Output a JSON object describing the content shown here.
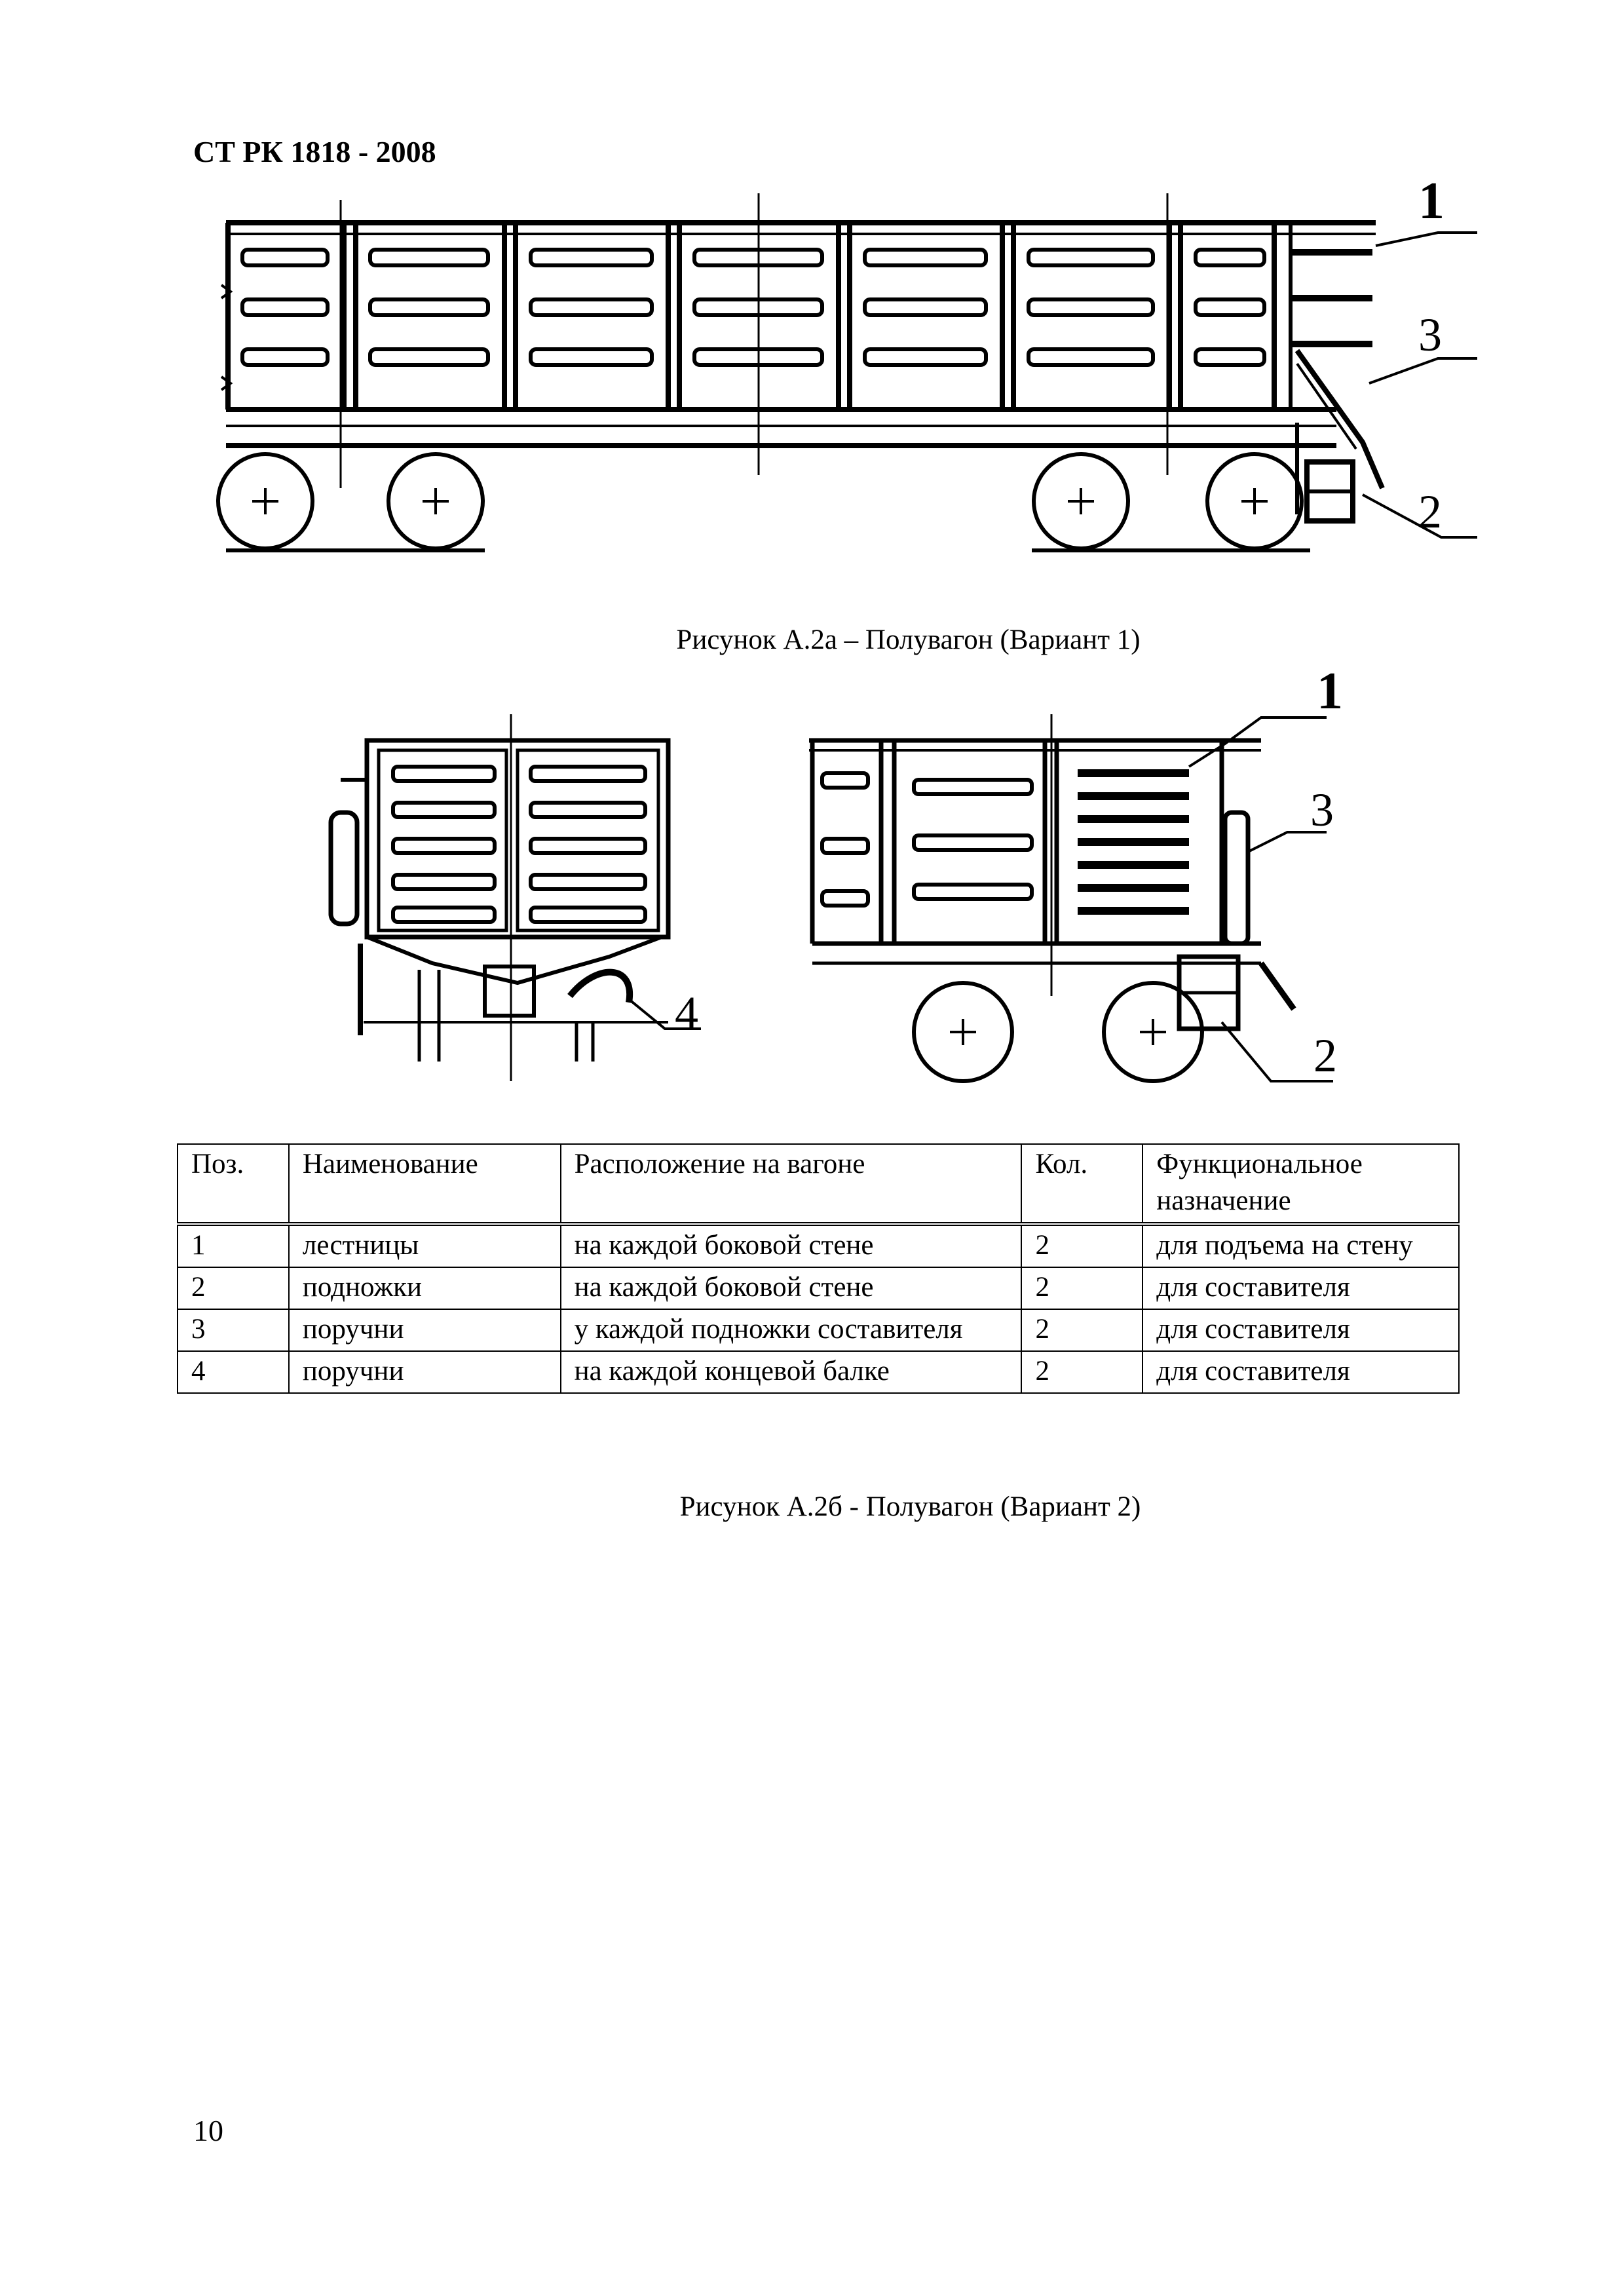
{
  "header": {
    "doc_id": "СТ РК 1818 - 2008"
  },
  "figure_a": {
    "caption": "Рисунок А.2а – Полувагон (Вариант 1)",
    "callouts": [
      "1",
      "3",
      "2"
    ]
  },
  "figure_b": {
    "end_view_callouts": [
      "4"
    ],
    "side_view_callouts": [
      "1",
      "3",
      "2"
    ],
    "caption": "Рисунок А.2б -  Полувагон (Вариант 2)"
  },
  "table": {
    "headers": [
      "Поз.",
      "Наименование",
      "Расположение на вагоне",
      "Кол.",
      "Функциональное назначение"
    ],
    "rows": [
      {
        "pos": "1",
        "name": "лестницы",
        "location": "на каждой боковой стене",
        "qty": "2",
        "purpose": "для подъема на стену"
      },
      {
        "pos": "2",
        "name": "подножки",
        "location": "на каждой боковой стене",
        "qty": "2",
        "purpose": "для составителя"
      },
      {
        "pos": "3",
        "name": "поручни",
        "location": "у каждой подножки составителя",
        "qty": "2",
        "purpose": "для составителя"
      },
      {
        "pos": "4",
        "name": "поручни",
        "location": "на каждой концевой балке",
        "qty": "2",
        "purpose": "для составителя"
      }
    ]
  },
  "footer": {
    "page_number": "10"
  }
}
